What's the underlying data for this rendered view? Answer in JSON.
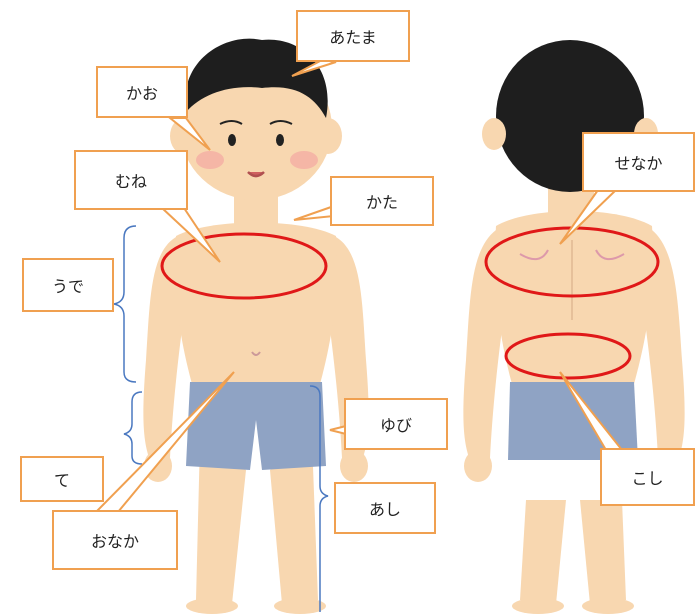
{
  "labels": {
    "atama": "あたま",
    "kao": "かお",
    "mune": "むね",
    "kata": "かた",
    "ude": "うで",
    "te": "て",
    "onaka": "おなか",
    "yubi": "ゆび",
    "ashi": "あし",
    "senaka": "せなか",
    "koshi": "こし"
  },
  "colors": {
    "label_border": "#f0a050",
    "highlight_ring": "#e01818",
    "bracket": "#4a78c0",
    "skin": "#f8d7b0",
    "hair": "#1e1e1e",
    "shorts": "#8fa3c4"
  },
  "figures": {
    "front": "boy-front-view",
    "back": "boy-back-view"
  }
}
